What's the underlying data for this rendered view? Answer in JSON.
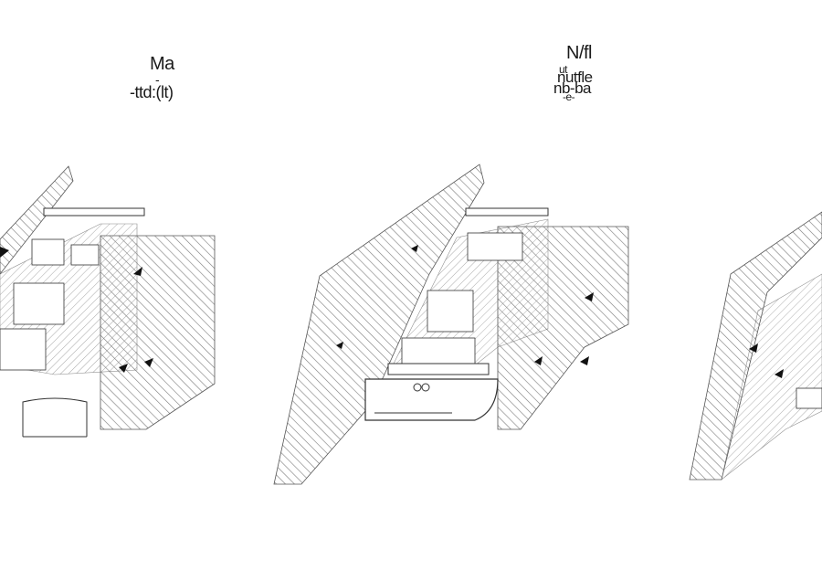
{
  "labels": {
    "left": [
      "Ma",
      "-",
      "-ttd:(lt)"
    ],
    "right": [
      "N/fl",
      "ut",
      "nutfle",
      "nb-ba",
      "-e-"
    ]
  },
  "colors": {
    "background": "#ffffff",
    "ink": "#1a1a1a",
    "hatch": "#7a7a7a"
  }
}
